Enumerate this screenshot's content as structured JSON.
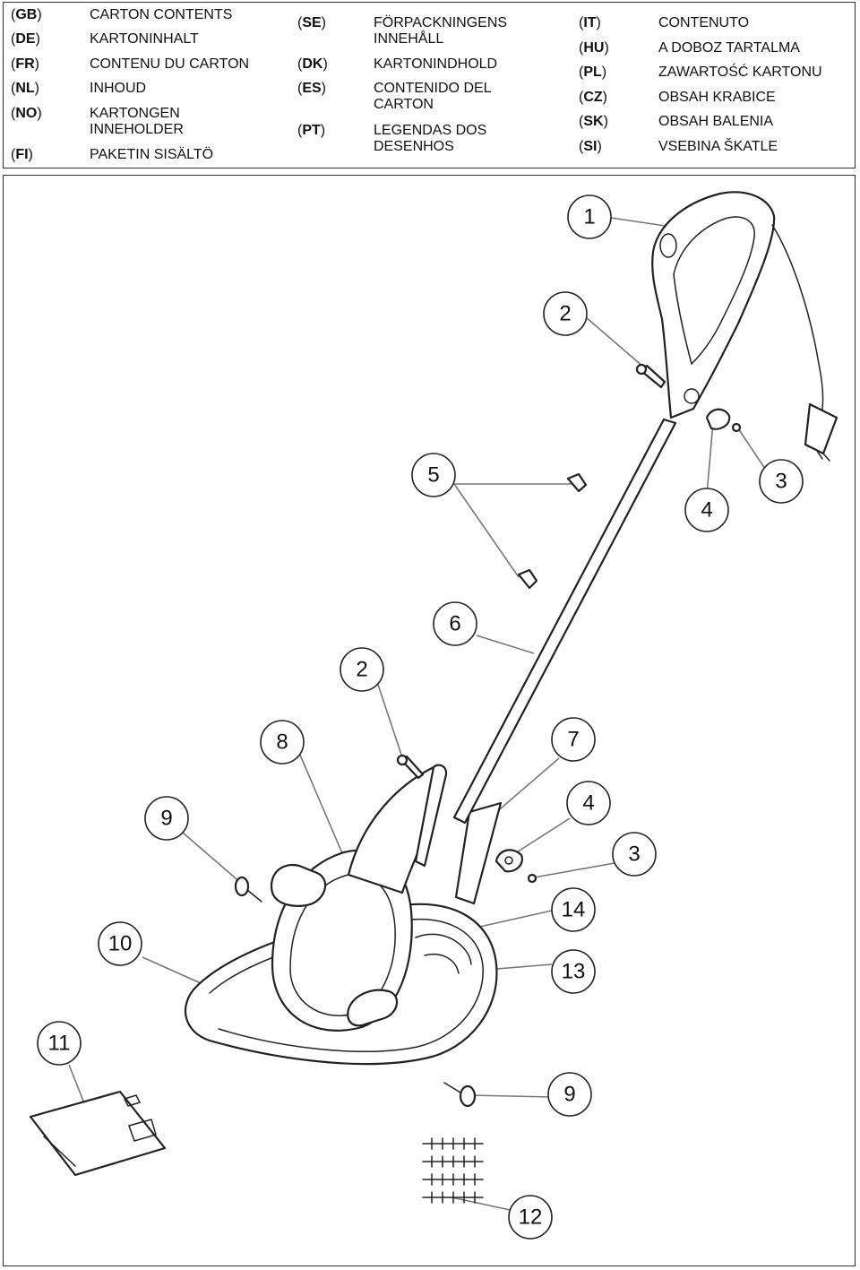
{
  "legend": {
    "col1": [
      {
        "code": "GB",
        "text": "CARTON CONTENTS"
      },
      {
        "code": "DE",
        "text": "KARTONINHALT"
      },
      {
        "code": "FR",
        "text": "CONTENU DU CARTON"
      },
      {
        "code": "NL",
        "text": "INHOUD"
      },
      {
        "code": "NO",
        "text": "KARTONGEN\nINNEHOLDER"
      },
      {
        "code": "FI",
        "text": "PAKETIN SISÄLTÖ"
      }
    ],
    "col2": [
      {
        "code": "SE",
        "text": "FÖRPACKNINGENS\nINNEHÅLL"
      },
      {
        "code": "DK",
        "text": "KARTONINDHOLD"
      },
      {
        "code": "ES",
        "text": "CONTENIDO DEL\nCARTON"
      },
      {
        "code": "PT",
        "text": "LEGENDAS DOS\nDESENHOS"
      }
    ],
    "col3": [
      {
        "code": "IT",
        "text": "CONTENUTO"
      },
      {
        "code": "HU",
        "text": "A DOBOZ TARTALMA"
      },
      {
        "code": "PL",
        "text": "ZAWARTOŚĆ KARTONU"
      },
      {
        "code": "CZ",
        "text": "OBSAH KRABICE"
      },
      {
        "code": "SK",
        "text": "OBSAH BALENIA"
      },
      {
        "code": "SI",
        "text": "VSEBINA ŠKATLE"
      }
    ]
  },
  "callouts": [
    {
      "id": "c1",
      "label": "1"
    },
    {
      "id": "c2a",
      "label": "2"
    },
    {
      "id": "c3a",
      "label": "3"
    },
    {
      "id": "c4a",
      "label": "4"
    },
    {
      "id": "c5",
      "label": "5"
    },
    {
      "id": "c6",
      "label": "6"
    },
    {
      "id": "c2b",
      "label": "2"
    },
    {
      "id": "c8",
      "label": "8"
    },
    {
      "id": "c7",
      "label": "7"
    },
    {
      "id": "c9a",
      "label": "9"
    },
    {
      "id": "c4b",
      "label": "4"
    },
    {
      "id": "c3b",
      "label": "3"
    },
    {
      "id": "c14",
      "label": "14"
    },
    {
      "id": "c10",
      "label": "10"
    },
    {
      "id": "c13",
      "label": "13"
    },
    {
      "id": "c11",
      "label": "11"
    },
    {
      "id": "c9b",
      "label": "9"
    },
    {
      "id": "c12",
      "label": "12"
    }
  ]
}
